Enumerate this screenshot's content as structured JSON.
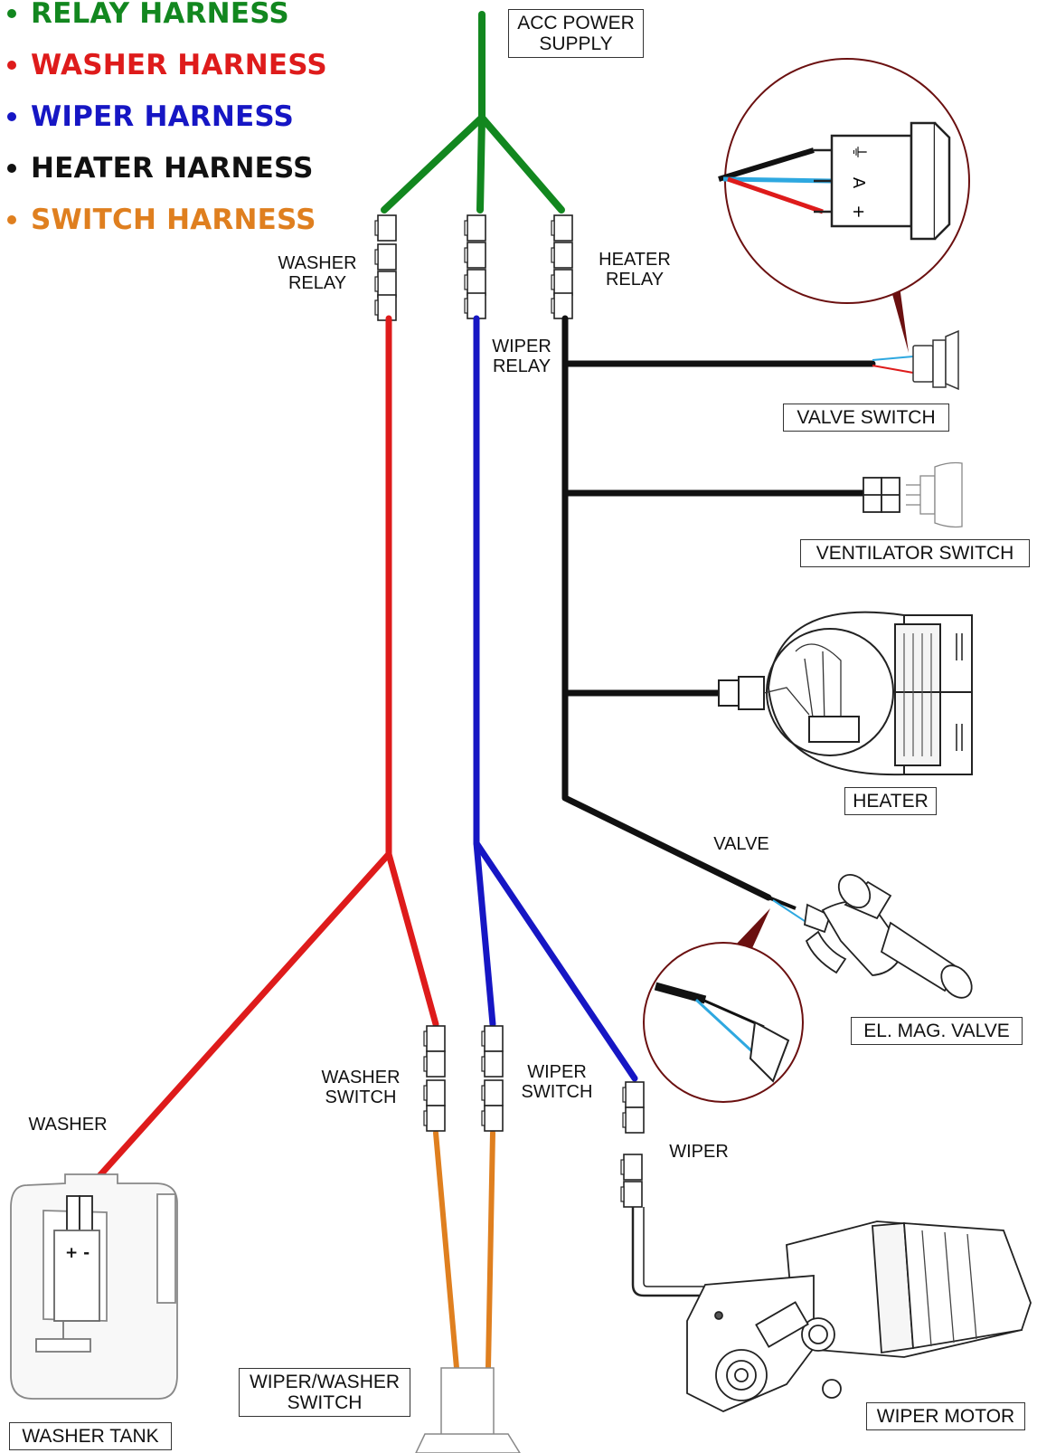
{
  "legend": [
    {
      "label": "RELAY HARNESS",
      "color": "#12871f"
    },
    {
      "label": "WASHER HARNESS",
      "color": "#de1b1b"
    },
    {
      "label": "WIPER HARNESS",
      "color": "#1616c4"
    },
    {
      "label": "HEATER HARNESS",
      "color": "#111111"
    },
    {
      "label": "SWITCH HARNESS",
      "color": "#df7f1f"
    }
  ],
  "labels": {
    "acc_power_supply": "ACC POWER\nSUPPLY",
    "washer_relay": "WASHER\nRELAY",
    "heater_relay": "HEATER\nRELAY",
    "wiper_relay": "WIPER\nRELAY",
    "valve_switch": "VALVE SWITCH",
    "ventilator_switch": "VENTILATOR SWITCH",
    "heater": "HEATER",
    "valve": "VALVE",
    "el_mag_valve": "EL. MAG. VALVE",
    "washer_switch": "WASHER\nSWITCH",
    "wiper_switch": "WIPER\nSWITCH",
    "wiper": "WIPER",
    "washer": "WASHER",
    "wiper_washer_switch": "WIPER/WASHER\nSWITCH",
    "wiper_motor": "WIPER MOTOR",
    "washer_tank": "WASHER TANK",
    "rocker_symbols": [
      "⏚",
      "A",
      "+"
    ],
    "tank_polarity": "+ -"
  },
  "colors": {
    "relay": "#12871f",
    "washer": "#de1b1b",
    "wiper": "#1616c4",
    "heater": "#111111",
    "switch": "#df7f1f",
    "signal_wire": "#2ea8e0",
    "callout": "#6b1010"
  }
}
